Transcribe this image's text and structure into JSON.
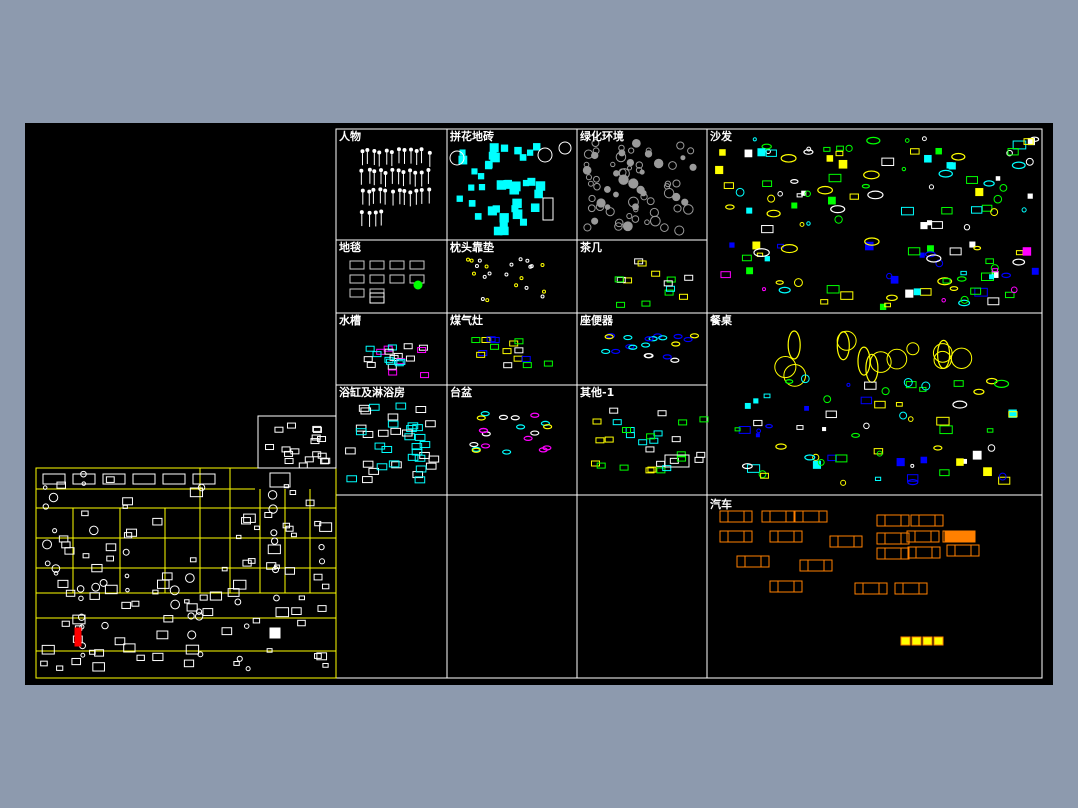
{
  "colors": {
    "background": "#8d9aae",
    "canvas": "#000000",
    "frame": "#ffffff",
    "left_block_frame": "#ffff00",
    "cyan": "#00ffff",
    "yellow": "#ffff00",
    "orange": "#ff8000",
    "green": "#00ff00",
    "magenta": "#ff00ff",
    "blue": "#0000ff",
    "gray": "#9a9a9a"
  },
  "sections": [
    {
      "id": "people",
      "label": "人物"
    },
    {
      "id": "floor-tile",
      "label": "拼花地砖"
    },
    {
      "id": "greenery",
      "label": "绿化环境"
    },
    {
      "id": "sofa",
      "label": "沙发"
    },
    {
      "id": "carpet",
      "label": "地毯"
    },
    {
      "id": "pillow-mattress",
      "label": "枕头靠垫"
    },
    {
      "id": "tea-table",
      "label": "茶几"
    },
    {
      "id": "sink",
      "label": "水槽"
    },
    {
      "id": "gas-stove",
      "label": "煤气灶"
    },
    {
      "id": "toilet",
      "label": "座便器"
    },
    {
      "id": "dining-table",
      "label": "餐桌"
    },
    {
      "id": "bath-shower",
      "label": "浴缸及淋浴房"
    },
    {
      "id": "basin",
      "label": "台盆"
    },
    {
      "id": "other-1",
      "label": "其他-1"
    },
    {
      "id": "car",
      "label": "汽车"
    }
  ]
}
